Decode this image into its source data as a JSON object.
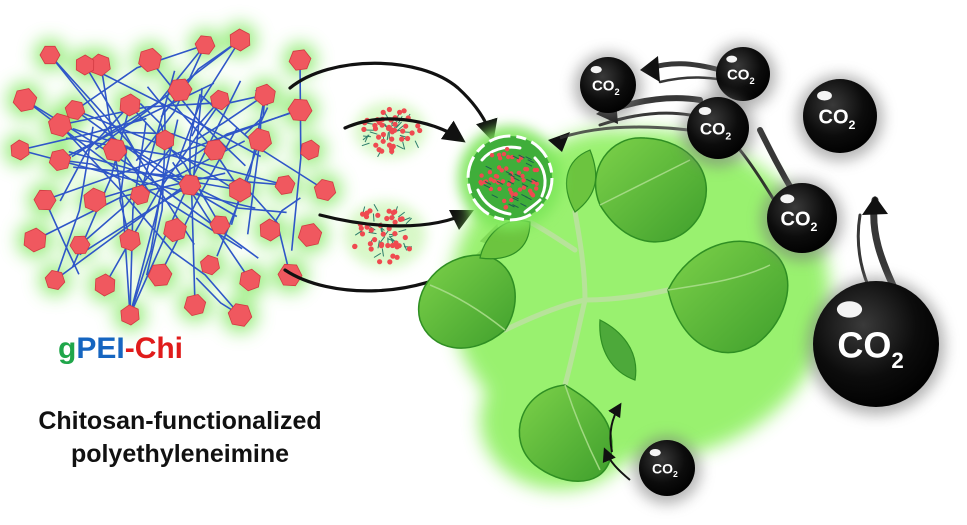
{
  "label": {
    "part_g": "g",
    "part_pei": "PEI",
    "part_dash": "-",
    "part_chi": "Chi"
  },
  "description": {
    "line1": "Chitosan-functionalized",
    "line2": "polyethyleneimine"
  },
  "co2_molecules": [
    {
      "text": "CO",
      "sub": "2"
    },
    {
      "text": "CO",
      "sub": "2"
    },
    {
      "text": "CO",
      "sub": "2"
    },
    {
      "text": "CO",
      "sub": "2"
    },
    {
      "text": "CO",
      "sub": "2"
    },
    {
      "text": "CO",
      "sub": "2"
    },
    {
      "text": "CO",
      "sub": "2"
    }
  ],
  "colors": {
    "g": "#1fa64a",
    "pei": "#1565c0",
    "chi": "#e01b1b",
    "chitosan": "#f0585f",
    "polymer": "#2f56c8",
    "glow": "#7ee85c",
    "leaf": "#5cbf3a",
    "leaf_dark": "#2f8f23",
    "co2_ball": "#0d0d0d"
  },
  "icons": [
    "co2-molecule-icon",
    "plant-icon",
    "chloroplast-icon",
    "nanoparticle-icon",
    "arrow-icon"
  ]
}
